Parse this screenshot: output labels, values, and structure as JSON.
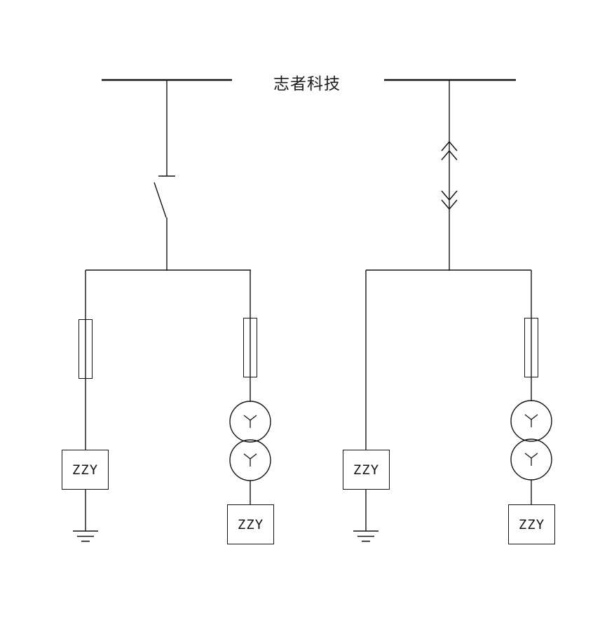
{
  "page": {
    "background_color": "#ffffff",
    "line_color": "#141414"
  },
  "title": {
    "text": "志者科技"
  },
  "labels": {
    "left_load_box": "ZZY",
    "left_transformer_box": "ZZY",
    "right_load_box": "ZZY",
    "right_transformer_box": "ZZY"
  },
  "symbols": {
    "left_feeder": "disconnect-switch-icon",
    "right_feeder": "drawout-contact-chevrons-icon",
    "branch_protection": "fuse-icon",
    "transformer": "wye-wye-transformer-icon",
    "earth": "ground-icon",
    "bus": "busbar-line"
  }
}
